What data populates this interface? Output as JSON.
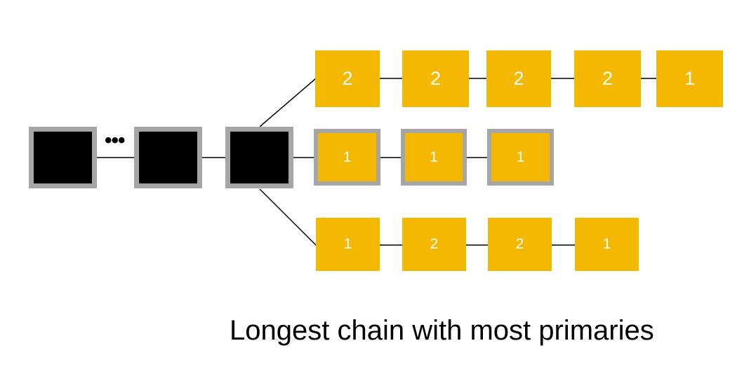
{
  "diagram": {
    "caption": "Longest chain with most primaries",
    "ellipsis": "•••",
    "colors": {
      "primary_block": "#f5b800",
      "base_block": "#000000",
      "frame": "#a6a6a6",
      "connector": "#000000",
      "block_label": "#ffffff"
    },
    "base_chain": [
      {
        "label": ""
      },
      {
        "label": ""
      },
      {
        "label": ""
      }
    ],
    "branches": {
      "top": [
        "2",
        "2",
        "2",
        "2",
        "1"
      ],
      "middle": [
        "1",
        "1",
        "1"
      ],
      "bottom": [
        "1",
        "2",
        "2",
        "1"
      ]
    }
  }
}
